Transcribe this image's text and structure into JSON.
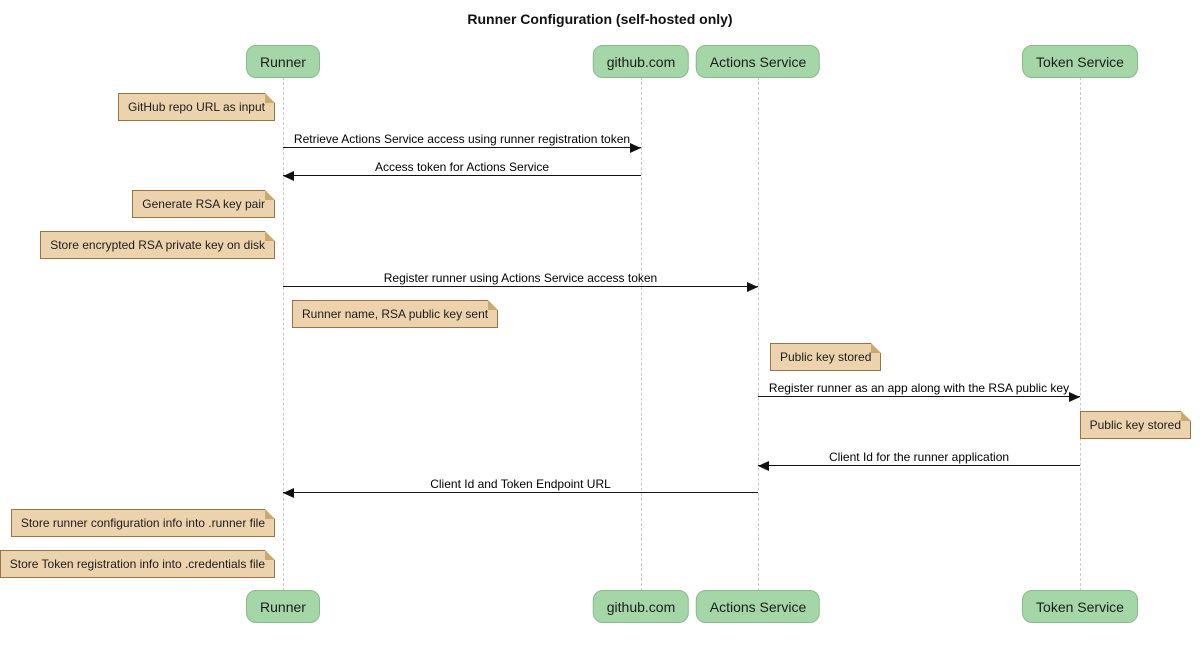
{
  "title": "Runner Configuration (self-hosted only)",
  "colors": {
    "background": "#ffffff",
    "actor_fill": "#a5d6a7",
    "actor_border": "#87b989",
    "note_fill": "#ecd3ae",
    "note_border": "#9a7447",
    "lifeline": "#c9c9c9",
    "arrow": "#111111"
  },
  "participants": [
    {
      "name": "Runner"
    },
    {
      "name": "github.com"
    },
    {
      "name": "Actions Service"
    },
    {
      "name": "Token Service"
    }
  ],
  "messages": [
    {
      "from": "Runner",
      "to": "github.com",
      "text": "Retrieve Actions Service access using runner registration token"
    },
    {
      "from": "github.com",
      "to": "Runner",
      "text": "Access token for Actions Service"
    },
    {
      "from": "Runner",
      "to": "Actions Service",
      "text": "Register runner using Actions Service access token"
    },
    {
      "from": "Actions Service",
      "to": "Token Service",
      "text": "Register runner as an app along with the RSA public key"
    },
    {
      "from": "Token Service",
      "to": "Actions Service",
      "text": "Client Id for the runner application"
    },
    {
      "from": "Actions Service",
      "to": "Runner",
      "text": "Client Id and Token Endpoint URL"
    }
  ],
  "notes": [
    {
      "text": "GitHub repo URL as input",
      "anchor": "left of Runner"
    },
    {
      "text": "Generate RSA key pair",
      "anchor": "left of Runner"
    },
    {
      "text": "Store encrypted RSA private key on disk",
      "anchor": "left of Runner"
    },
    {
      "text": "Runner name, RSA public key sent",
      "anchor": "right of Runner"
    },
    {
      "text": "Public key stored",
      "anchor": "right of Actions Service"
    },
    {
      "text": "Public key stored",
      "anchor": "right of Token Service"
    },
    {
      "text": "Store runner configuration info into .runner file",
      "anchor": "left of Runner"
    },
    {
      "text": "Store Token registration info into .credentials file",
      "anchor": "left of Runner"
    }
  ]
}
